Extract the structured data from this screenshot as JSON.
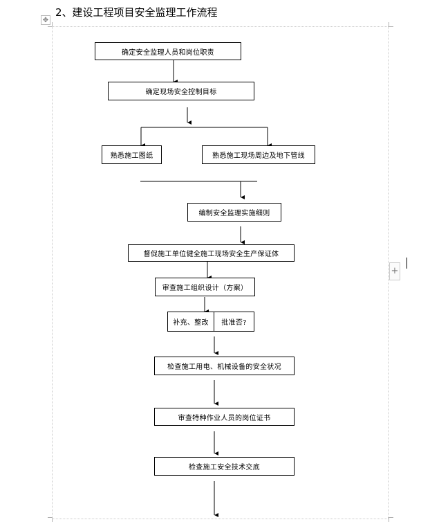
{
  "heading": "2、建设工程项目安全监理工作流程",
  "flow": {
    "step1": "确定安全监理人员和岗位职责",
    "step2": "确定现场安全控制目标",
    "step3a": "熟悉施工图纸",
    "step3b": "熟悉施工现场周边及地下管线",
    "step4": "编制安全监理实施细则",
    "step5": "督促施工单位健全施工现场安全生产保证体",
    "step6": "审查施工组织设计（方案）",
    "step7a": "补充、整改",
    "step7b": "批准否?",
    "step8": "检查施工用电、机械设备的安全状况",
    "step9": "审查特种作业人员的岗位证书",
    "step10": "检查施工安全技术交底"
  },
  "icons": {
    "move": "move-icon",
    "add": "plus-icon"
  }
}
